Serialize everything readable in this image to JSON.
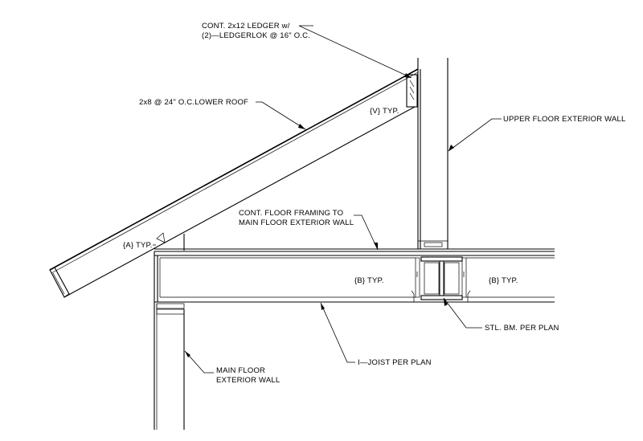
{
  "labels": {
    "ledger_line1": "CONT. 2x12 LEDGER w/",
    "ledger_line2": "(2)—LEDGERLOK @ 16\" O.C.",
    "lower_roof": "2x8 @ 24\" O.C.LOWER ROOF",
    "v_typ": "{V} TYP.",
    "upper_wall": "UPPER FLOOR EXTERIOR WALL",
    "floor_framing_line1": "CONT. FLOOR FRAMING TO",
    "floor_framing_line2": "MAIN FLOOR EXTERIOR WALL",
    "a_typ": "{A} TYP.",
    "b_typ_left": "{B} TYP.",
    "b_typ_right": "{B} TYP.",
    "steel_beam": "STL. BM. PER PLAN",
    "i_joist": "I—JOIST PER PLAN",
    "main_wall_line1": "MAIN FLOOR",
    "main_wall_line2": "EXTERIOR WALL"
  }
}
